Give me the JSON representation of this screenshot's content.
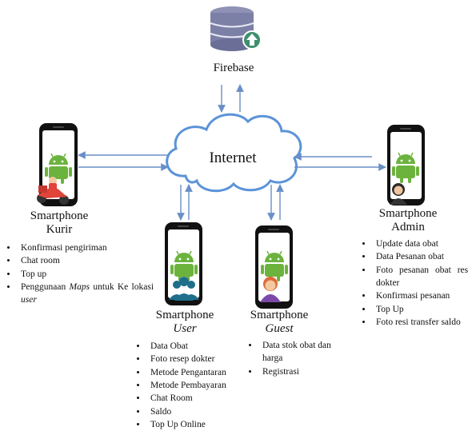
{
  "firebase_label": "Firebase",
  "internet_label": "Internet",
  "kurir": {
    "title": "Smartphone",
    "subtitle": "Kurir",
    "features": [
      "Konfirmasi pengiriman",
      "Chat room",
      "Top up",
      "Penggunaan Maps untuk Ke lokasi user"
    ],
    "feature4_parts": {
      "a": "Penggunaan",
      "b": "Maps",
      "c": "untuk Ke lokasi",
      "d": "user"
    }
  },
  "user": {
    "title": "Smartphone",
    "subtitle": "User",
    "features": [
      "Data Obat",
      "Foto resep dokter",
      "Metode Pengantaran",
      "Metode Pembayaran",
      "Chat Room",
      "Saldo",
      "Top Up Online"
    ]
  },
  "guest": {
    "title": "Smartphone",
    "subtitle": "Guest",
    "features": [
      "Data stok obat dan harga",
      "Registrasi"
    ]
  },
  "admin": {
    "title": "Smartphone",
    "subtitle": "Admin",
    "features": [
      "Update data obat",
      "Data Pesanan obat",
      "Foto pesanan obat resep dokter",
      "Konfirmasi pesanan",
      "Top Up",
      "Foto resi transfer saldo"
    ]
  },
  "colors": {
    "arrow": "#6a8fc7",
    "cloud_fill": "#ffffff",
    "cloud_stroke": "#5b93d8",
    "phone_body": "#111111",
    "android": "#6cb33e",
    "db_body": "#7c7fa6",
    "db_arrow": "#3f8f6e"
  }
}
